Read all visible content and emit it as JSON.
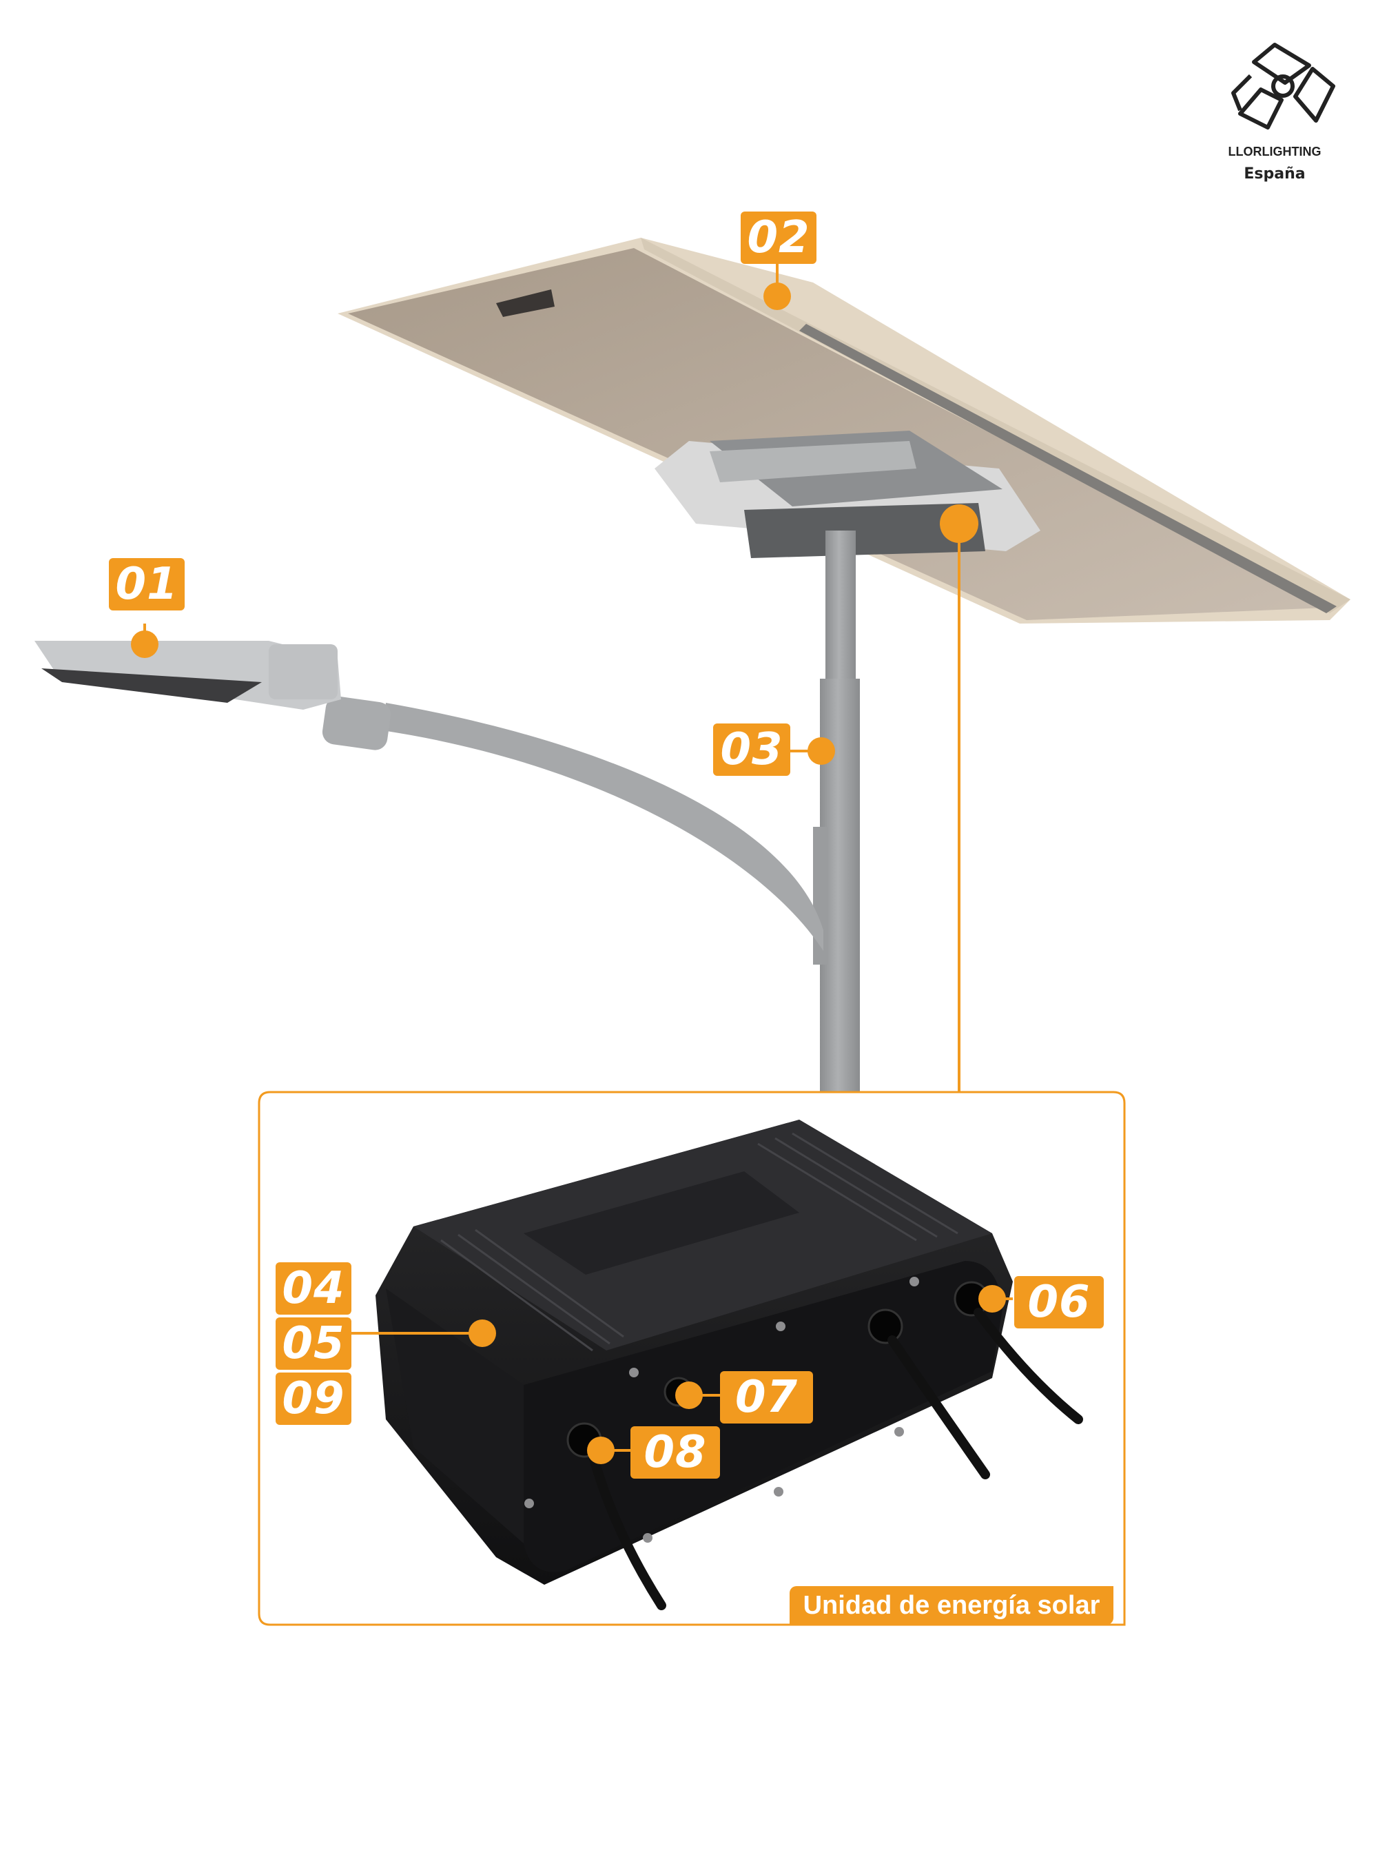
{
  "brand": {
    "name": "LLORLIGHTING",
    "country": "España",
    "logo_icon": "pinwheel-logo-icon"
  },
  "callouts": [
    "01",
    "02",
    "03",
    "04",
    "05",
    "09",
    "06",
    "07",
    "08"
  ],
  "inset_caption": "Unidad de energía solar",
  "colors": {
    "accent": "#f29a1f",
    "pole": "#9a9c9e",
    "panel": "#b9aa98",
    "box": "#1d1d1f"
  }
}
